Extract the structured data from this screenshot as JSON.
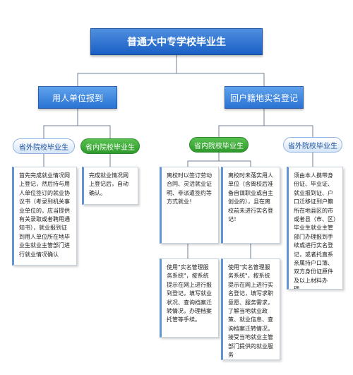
{
  "title": "普通大中专学校毕业生",
  "branches": {
    "left": "用人单位报到",
    "right": "回户籍地实名登记"
  },
  "groups": {
    "left_out": "省外院校毕业生",
    "left_in": "省内院校毕业生",
    "right_in": "省内院校毕业生",
    "right_out": "省外院校毕业生"
  },
  "cards": {
    "card1": "首先完成就业情况网上登记，然后持与用人单位签订的就业协议书（考录到机关事业单位的，应当提供有关录取或者聘用通知书），就业报到证到用人单位所在地毕业生就业主管部门进行就业情况确认",
    "card2": "完成就业情况网上登记后，自动确认。",
    "card3": "离校时以签订劳动合同、灵活就业证明、非派遣签约等方式就业！",
    "card4": "离校时未落实用人单位（含离校后准备自谋职业或自主创业的），且在离校前未进行实名登记！",
    "card5": "使用\"实名管理服务系统\"，按系统提示在网上进行报到登记，填写就业状况、查询档案迁转情况，办理档案托管等手续。",
    "card6": "使用\"实名管理服务系统\"，按系统提示在网上进行实名登记，填写求职意愿、服务需求，了解当地就业政策、就业信息、查询档案迁转情况，接受当地就业主管部门提供的就业服务",
    "card7": "须由本人携带身份证、毕业证、就业报到证、户口迁移证到户籍所在地县区的市或者县（市、区）毕业生就业主管部门办理报到手续或进行实名登记，或者托直系亲属持户口簿、双方身份证原件及以上材料办理。"
  },
  "colors": {
    "title_bg": "#2a6fd0",
    "level1_bg": "#3a80dc",
    "green_pill": "#3aa535",
    "blue_pill_text": "#1a4e9c",
    "connector": "#6d7f95",
    "card_accent": "#5f95d5"
  }
}
